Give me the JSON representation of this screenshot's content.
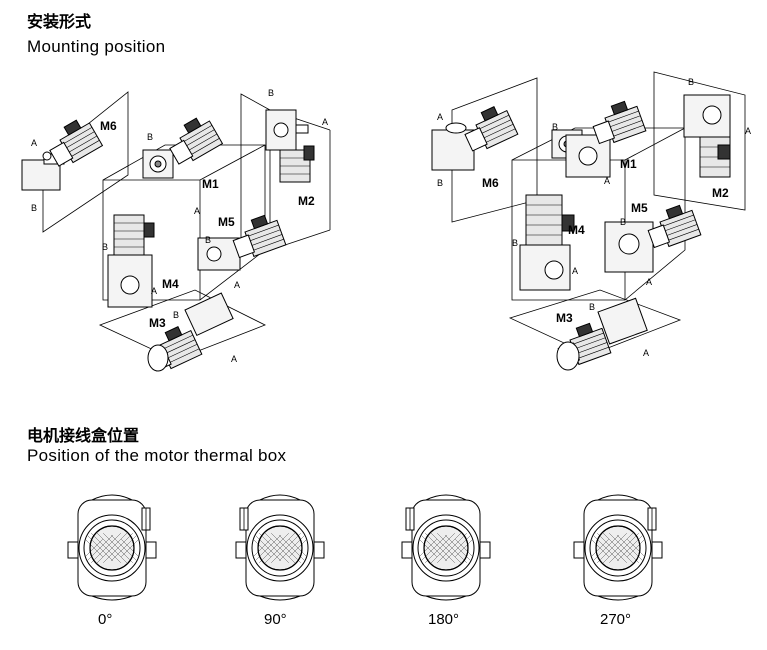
{
  "section1": {
    "title_cn": "安装形式",
    "title_en": "Mounting position"
  },
  "section2": {
    "title_cn": "电机接线盒位置",
    "title_en": "Position of the motor thermal box"
  },
  "mounting_positions": [
    "M1",
    "M2",
    "M3",
    "M4",
    "M5",
    "M6"
  ],
  "side_labels": {
    "a": "A",
    "b": "B"
  },
  "thermal_box_angles": [
    "0°",
    "90°",
    "180°",
    "270°"
  ]
}
